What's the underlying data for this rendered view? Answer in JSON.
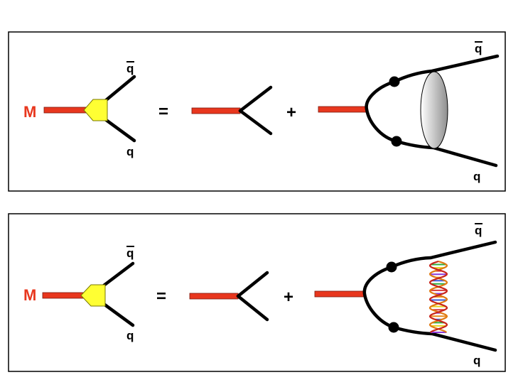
{
  "colors": {
    "meson_line": "#e8371e",
    "meson_line_edge": "#7a1a10",
    "vertex_fill": "#ffff33",
    "quark_line": "#000000",
    "frame": "#000000",
    "label_m": "#e8371e",
    "blob_light": "#ffffff",
    "blob_dark": "#8f8f8f"
  },
  "top_panel": {
    "meson_label": "M",
    "equals": "=",
    "plus": "+",
    "antiquark_label": "q",
    "quark_label": "q",
    "loop_antiquark_label": "q",
    "loop_quark_label": "q",
    "kernel": "shaded-ellipse"
  },
  "bottom_panel": {
    "meson_label": "M",
    "equals": "=",
    "plus": "+",
    "antiquark_label": "q",
    "quark_label": "q",
    "loop_antiquark_label": "q",
    "loop_quark_label": "q",
    "kernel": "gluon-ladder"
  }
}
